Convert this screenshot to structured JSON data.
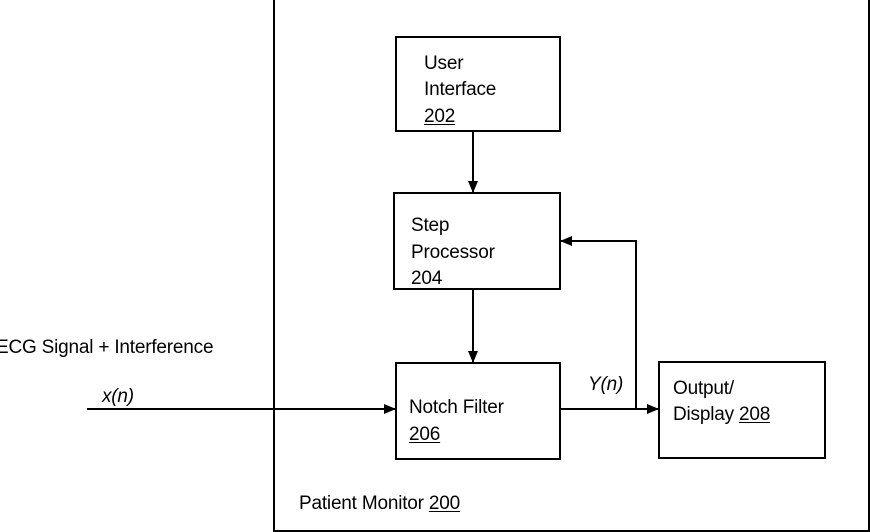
{
  "diagram": {
    "blocks": {
      "patient_monitor": {
        "label": "Patient Monitor",
        "ref": "200"
      },
      "user_interface": {
        "line1": "User",
        "line2": "Interface",
        "ref": "202"
      },
      "step_processor": {
        "line1": "Step",
        "line2": "Processor",
        "ref": "204"
      },
      "notch_filter": {
        "line1": "Notch Filter",
        "ref": "206"
      },
      "output_display": {
        "line1": "Output/",
        "line2": "Display",
        "ref": "208"
      }
    },
    "signals": {
      "input_description": "ECG Signal + Interference",
      "input_symbol": "x(n)",
      "output_symbol": "Y(n)"
    },
    "connections": [
      {
        "from": "input",
        "to": "notch_filter"
      },
      {
        "from": "user_interface",
        "to": "step_processor"
      },
      {
        "from": "step_processor",
        "to": "notch_filter"
      },
      {
        "from": "notch_filter",
        "to": "output_display"
      },
      {
        "from": "notch_filter",
        "to": "step_processor",
        "type": "feedback"
      }
    ]
  }
}
